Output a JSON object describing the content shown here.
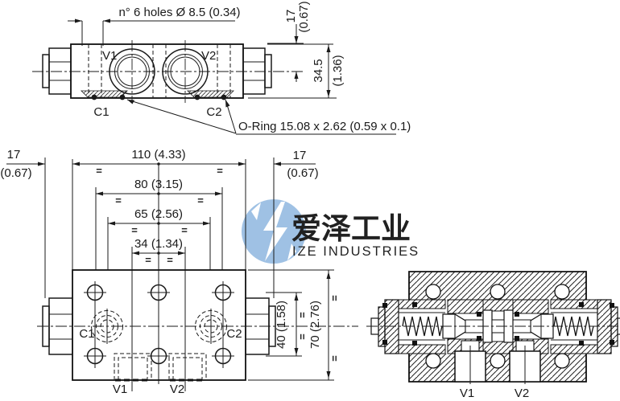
{
  "top_view": {
    "holes_note": "n° 6 holes Ø 8.5 (0.34)",
    "dim_17": "17",
    "dim_17_in": "(0.67)",
    "dim_34_5": "34.5",
    "dim_34_5_in": "(1.36)",
    "oring_note": "O-Ring 15.08 x 2.62 (0.59 x 0.1)",
    "label_v1": "V1",
    "label_v2": "V2",
    "label_c1": "C1",
    "label_c2": "C2"
  },
  "front_view": {
    "dim_110": "110 (4.33)",
    "dim_80": "80 (3.15)",
    "dim_65": "65 (2.56)",
    "dim_34": "34 (1.34)",
    "dim_17_left": "17",
    "dim_17_left_in": "(0.67)",
    "dim_17_right": "17",
    "dim_17_right_in": "(0.67)",
    "dim_40": "40 (1.58)",
    "dim_70": "70 (2.76)",
    "label_c1": "C1",
    "label_c2": "C2",
    "label_v1": "V1",
    "label_v2": "V2"
  },
  "section_view": {
    "label_v1": "V1",
    "label_v2": "V2"
  },
  "symbols": {
    "eq": "="
  },
  "watermark": {
    "cn": "爱泽工业",
    "en": "IZE INDUSTRIES",
    "logo_color": "#9cc0e4",
    "cn_color": "#8e9093",
    "en_color": "#a2a4a7"
  }
}
